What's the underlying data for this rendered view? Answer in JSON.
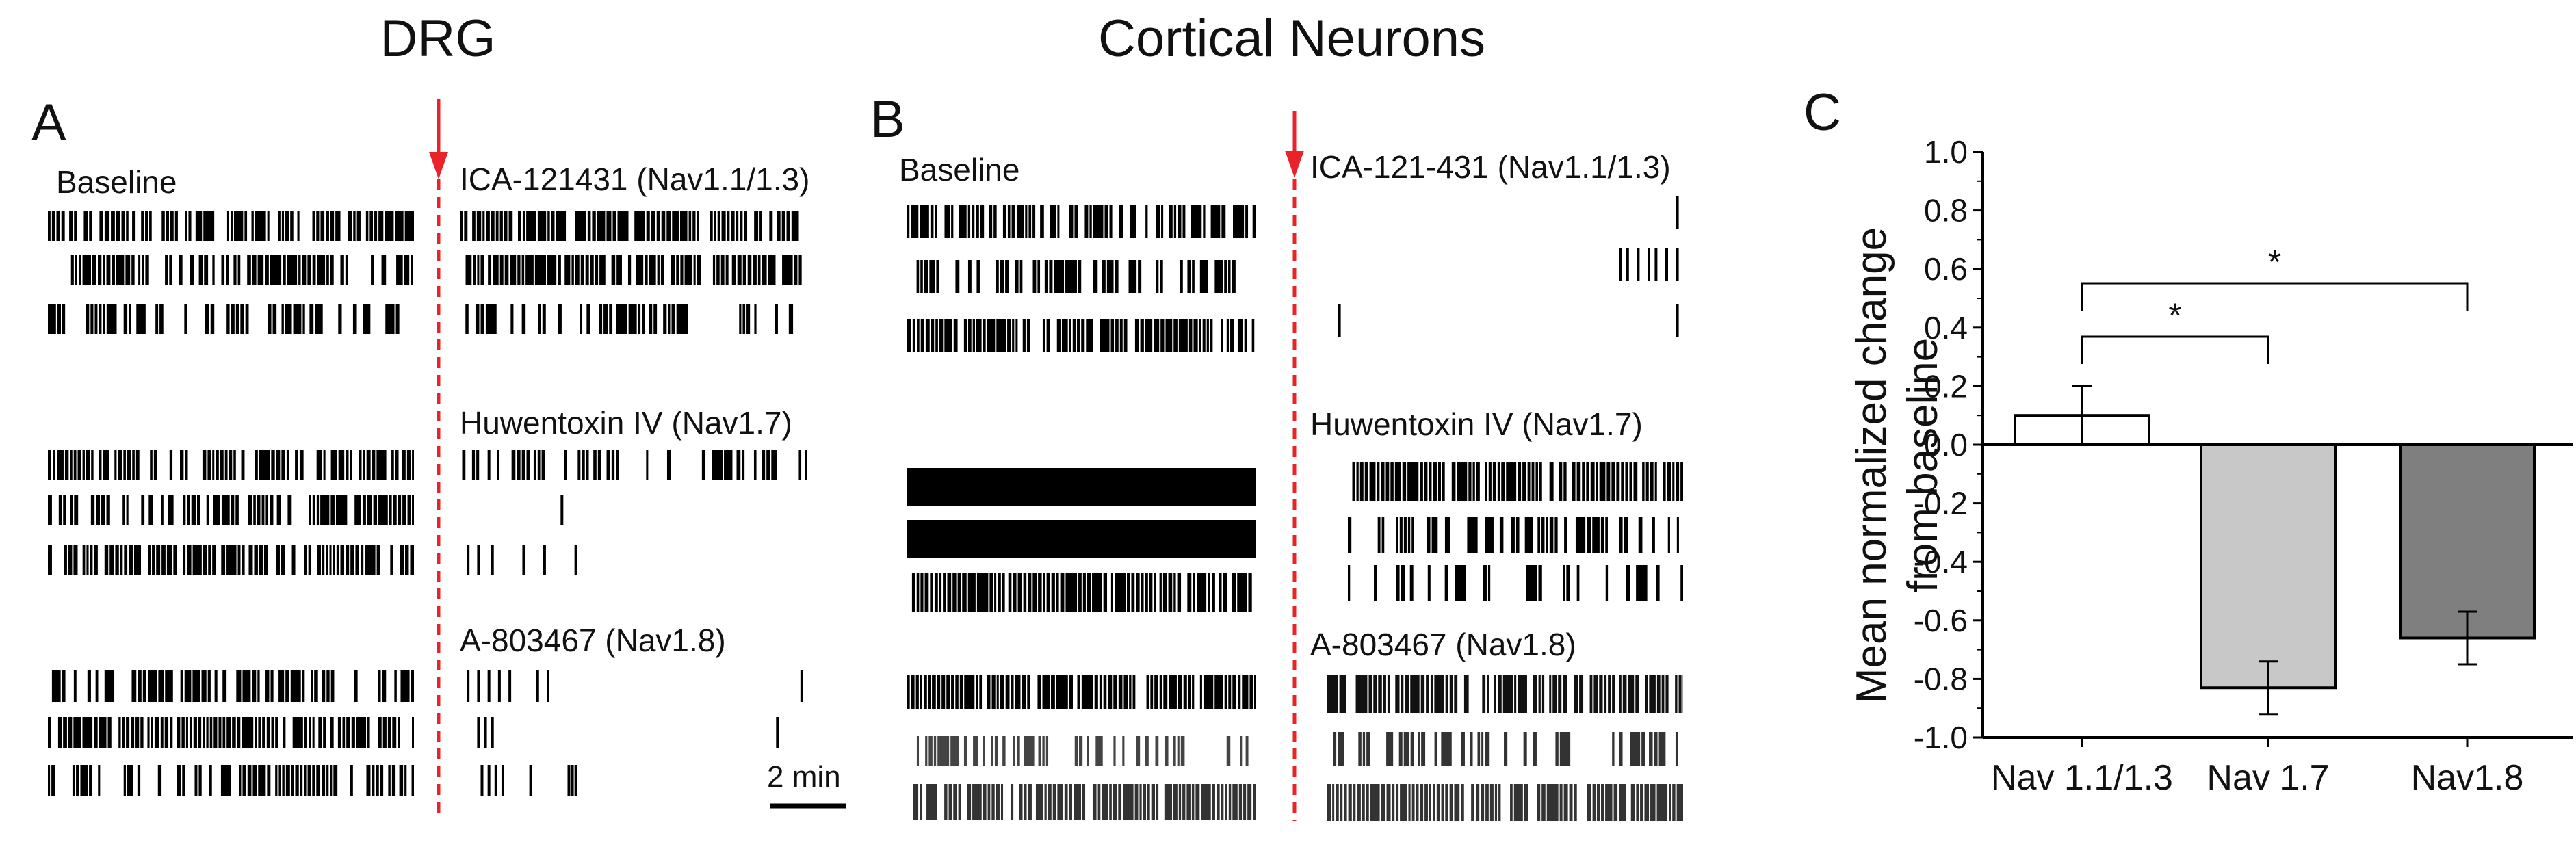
{
  "headers": {
    "drg": "DRG",
    "cortical": "Cortical Neurons"
  },
  "panel_a": {
    "letter": "A",
    "baseline_label": "Baseline",
    "treatments": [
      "ICA-121431 (Nav1.1/1.3)",
      "Huwentoxin IV (Nav1.7)",
      "A-803467 (Nav1.8)"
    ],
    "scale_bar": "2 min"
  },
  "panel_b": {
    "letter": "B",
    "baseline_label": "Baseline",
    "treatments": [
      "ICA-121-431 (Nav1.1/1.3)",
      "Huwentoxin IV (Nav1.7)",
      "A-803467 (Nav1.8)"
    ]
  },
  "colors": {
    "drug_line": "#e8232a",
    "spike": "#000000",
    "bar1": "#ffffff",
    "bar2": "#c8c8c8",
    "bar3": "#7f7f7f"
  },
  "chart_data": {
    "type": "bar",
    "panel_letter": "C",
    "categories": [
      "Nav 1.1/1.3",
      "Nav 1.7",
      "Nav1.8"
    ],
    "values": [
      0.1,
      -0.83,
      -0.66
    ],
    "errors": [
      0.1,
      0.09,
      0.09
    ],
    "ylabel_lines": [
      "Mean normalized change",
      "from baseline"
    ],
    "ylim": [
      -1.0,
      1.0
    ],
    "yticks": [
      "1.0",
      "0.8",
      "0.6",
      "0.4",
      "0.2",
      "0.0",
      "-0.2",
      "-0.4",
      "-0.6",
      "-0.8",
      "-1.0"
    ],
    "significance": [
      {
        "from": "Nav 1.1/1.3",
        "to": "Nav 1.7",
        "label": "*"
      },
      {
        "from": "Nav 1.1/1.3",
        "to": "Nav1.8",
        "label": "*"
      }
    ],
    "grid": false
  }
}
